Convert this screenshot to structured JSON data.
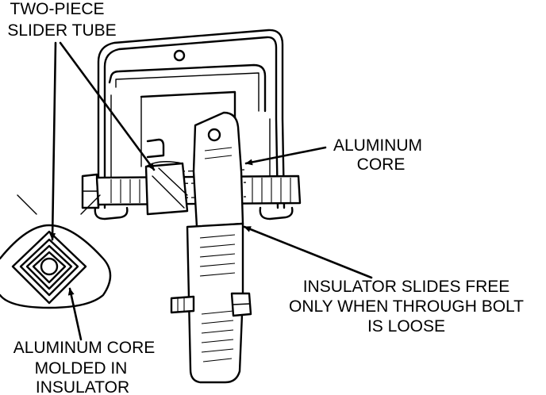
{
  "labels": {
    "two_piece_slider_tube": [
      "TWO-PIECE",
      "SLIDER TUBE"
    ],
    "aluminum_core": [
      "ALUMINUM",
      "CORE"
    ],
    "insulator_slides_free": [
      "INSULATOR SLIDES FREE",
      "ONLY WHEN THROUGH BOLT",
      "IS LOOSE"
    ],
    "aluminum_core_molded": [
      "ALUMINUM CORE",
      "MOLDED IN",
      "INSULATOR"
    ]
  }
}
